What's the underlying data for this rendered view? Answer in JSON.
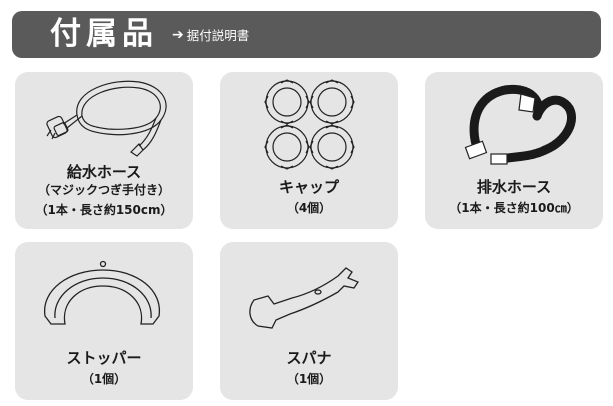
{
  "header": {
    "title": "付属品",
    "reference": "据付説明書"
  },
  "items": [
    {
      "name": "給水ホース",
      "note": "（マジックつぎ手付き）",
      "spec": "（1本・長さ約150cm）"
    },
    {
      "name": "キャップ",
      "spec": "（4個）"
    },
    {
      "name": "排水ホース",
      "spec": "（1本・長さ約100㎝）"
    },
    {
      "name": "ストッパー",
      "spec": "（1個）"
    },
    {
      "name": "スパナ",
      "spec": "（1個）"
    }
  ]
}
